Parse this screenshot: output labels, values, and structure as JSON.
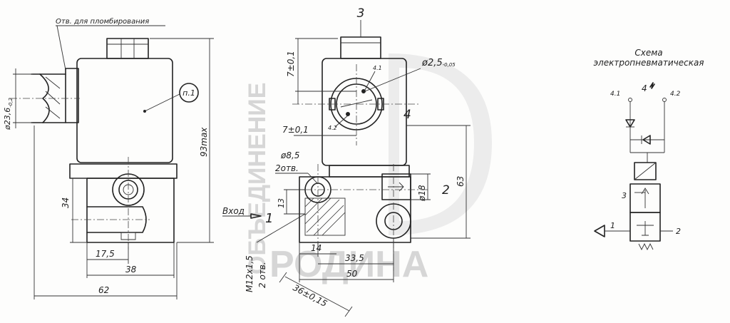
{
  "watermark": {
    "vertical_text": "ОБЪЕДИНЕНИЕ",
    "horizontal_text": "РОДИНА"
  },
  "left_view": {
    "seal_hole_note": "Отв. для пломбирования",
    "callout": "п.1",
    "dia_coil": "ø23,6",
    "dia_coil_tol": "-0,2",
    "dim_height_max": "93max",
    "dim_34": "34",
    "dim_17_5": "17,5",
    "dim_38": "38",
    "dim_62": "62"
  },
  "middle_view": {
    "port_3": "3",
    "port_4": "4",
    "port_2": "2",
    "port_1": "1",
    "dim_7_vert": "7±0,1",
    "dim_7_horiz": "7±0,1",
    "dia_2_5": "ø2,5",
    "dia_2_5_tol": "-0,05",
    "pin_4_1": "4.1",
    "pin_4_2": "4.2",
    "dia_8_5": "ø8,5",
    "holes_2": "2отв.",
    "dim_13": "13",
    "dia_18": "ø18",
    "inlet_label": "Вход",
    "dim_63": "63",
    "thread_note": "М12х1,5",
    "thread_holes": "2 отв.",
    "dim_14": "14",
    "dim_33_5": "33,5",
    "dim_50": "50",
    "dim_36": "36±0,15"
  },
  "schematic": {
    "title_line1": "Схема",
    "title_line2": "электропневматическая",
    "pin_4_1": "4.1",
    "pin_4": "4",
    "pin_4_2": "4.2",
    "port_3": "3",
    "port_1": "1",
    "port_2": "2"
  }
}
